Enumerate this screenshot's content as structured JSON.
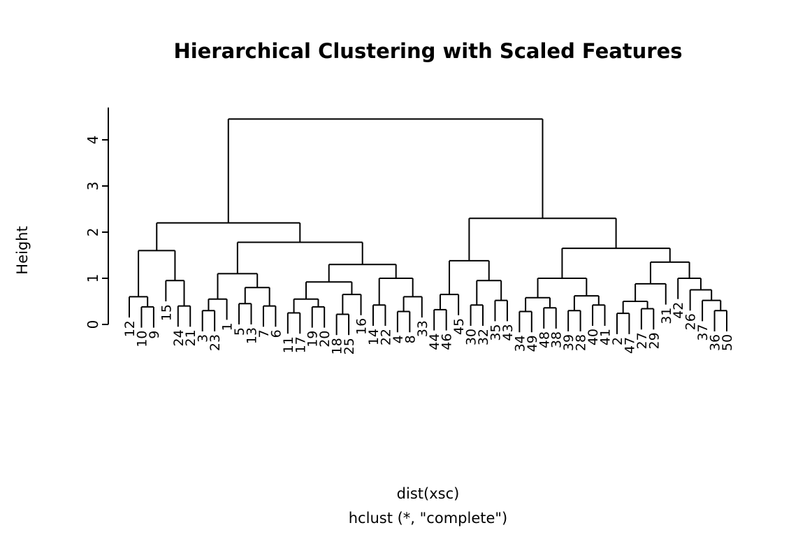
{
  "title": "Hierarchical Clustering with Scaled Features",
  "colors": {
    "line": "#000000",
    "text": "#000000",
    "background": "#ffffff"
  },
  "chart_data": {
    "type": "dendrogram",
    "title": "Hierarchical Clustering with Scaled Features",
    "ylabel": "Height",
    "xlabel_line1": "dist(xsc)",
    "xlabel_line2": "hclust (*, \"complete\")",
    "yticks": [
      0,
      1,
      2,
      3,
      4
    ],
    "ylim": [
      0,
      4.7
    ],
    "grid": false,
    "n_leaves": 50,
    "root_height": 4.45,
    "hang": 0.45,
    "leaf_order": [
      "12",
      "10",
      "9",
      "15",
      "24",
      "21",
      "3",
      "23",
      "1",
      "5",
      "13",
      "7",
      "6",
      "11",
      "17",
      "19",
      "20",
      "18",
      "25",
      "16",
      "14",
      "22",
      "4",
      "8",
      "33",
      "44",
      "46",
      "45",
      "30",
      "32",
      "35",
      "43",
      "34",
      "49",
      "48",
      "38",
      "39",
      "28",
      "40",
      "41",
      "2",
      "47",
      "27",
      "29",
      "31",
      "42",
      "26",
      "37",
      "36",
      "50"
    ],
    "tree": {
      "h": 4.45,
      "c": [
        {
          "h": 2.2,
          "c": [
            {
              "h": 1.6,
              "c": [
                {
                  "h": 0.6,
                  "c": [
                    "12",
                    {
                      "h": 0.38,
                      "c": [
                        "10",
                        "9"
                      ]
                    }
                  ]
                },
                {
                  "h": 0.95,
                  "c": [
                    "15",
                    {
                      "h": 0.4,
                      "c": [
                        "24",
                        "21"
                      ]
                    }
                  ]
                }
              ]
            },
            {
              "h": 1.78,
              "c": [
                {
                  "h": 1.1,
                  "c": [
                    {
                      "h": 0.55,
                      "c": [
                        {
                          "h": 0.3,
                          "c": [
                            "3",
                            "23"
                          ]
                        },
                        "1"
                      ]
                    },
                    {
                      "h": 0.8,
                      "c": [
                        {
                          "h": 0.45,
                          "c": [
                            "5",
                            "13"
                          ]
                        },
                        {
                          "h": 0.4,
                          "c": [
                            "7",
                            "6"
                          ]
                        }
                      ]
                    }
                  ]
                },
                {
                  "h": 1.3,
                  "c": [
                    {
                      "h": 0.92,
                      "c": [
                        {
                          "h": 0.55,
                          "c": [
                            {
                              "h": 0.25,
                              "c": [
                                "11",
                                "17"
                              ]
                            },
                            {
                              "h": 0.38,
                              "c": [
                                "19",
                                "20"
                              ]
                            }
                          ]
                        },
                        {
                          "h": 0.65,
                          "c": [
                            {
                              "h": 0.22,
                              "c": [
                                "18",
                                "25"
                              ]
                            },
                            "16"
                          ]
                        }
                      ]
                    },
                    {
                      "h": 1.0,
                      "c": [
                        {
                          "h": 0.42,
                          "c": [
                            "14",
                            "22"
                          ]
                        },
                        {
                          "h": 0.6,
                          "c": [
                            {
                              "h": 0.28,
                              "c": [
                                "4",
                                "8"
                              ]
                            },
                            "33"
                          ]
                        }
                      ]
                    }
                  ]
                }
              ]
            }
          ]
        },
        {
          "h": 2.3,
          "c": [
            {
              "h": 1.38,
              "c": [
                {
                  "h": 0.65,
                  "c": [
                    {
                      "h": 0.32,
                      "c": [
                        "44",
                        "46"
                      ]
                    },
                    "45"
                  ]
                },
                {
                  "h": 0.95,
                  "c": [
                    {
                      "h": 0.42,
                      "c": [
                        "30",
                        "32"
                      ]
                    },
                    {
                      "h": 0.52,
                      "c": [
                        "35",
                        "43"
                      ]
                    }
                  ]
                }
              ]
            },
            {
              "h": 1.65,
              "c": [
                {
                  "h": 1.0,
                  "c": [
                    {
                      "h": 0.58,
                      "c": [
                        {
                          "h": 0.28,
                          "c": [
                            "34",
                            "49"
                          ]
                        },
                        {
                          "h": 0.36,
                          "c": [
                            "48",
                            "38"
                          ]
                        }
                      ]
                    },
                    {
                      "h": 0.62,
                      "c": [
                        {
                          "h": 0.3,
                          "c": [
                            "39",
                            "28"
                          ]
                        },
                        {
                          "h": 0.42,
                          "c": [
                            "40",
                            "41"
                          ]
                        }
                      ]
                    }
                  ]
                },
                {
                  "h": 1.35,
                  "c": [
                    {
                      "h": 0.88,
                      "c": [
                        {
                          "h": 0.5,
                          "c": [
                            {
                              "h": 0.24,
                              "c": [
                                "2",
                                "47"
                              ]
                            },
                            {
                              "h": 0.34,
                              "c": [
                                "27",
                                "29"
                              ]
                            }
                          ]
                        },
                        "31"
                      ]
                    },
                    {
                      "h": 1.0,
                      "c": [
                        "42",
                        {
                          "h": 0.75,
                          "c": [
                            "26",
                            {
                              "h": 0.52,
                              "c": [
                                "37",
                                {
                                  "h": 0.3,
                                  "c": [
                                    "36",
                                    "50"
                                  ]
                                }
                              ]
                            }
                          ]
                        }
                      ]
                    }
                  ]
                }
              ]
            }
          ]
        }
      ]
    }
  }
}
